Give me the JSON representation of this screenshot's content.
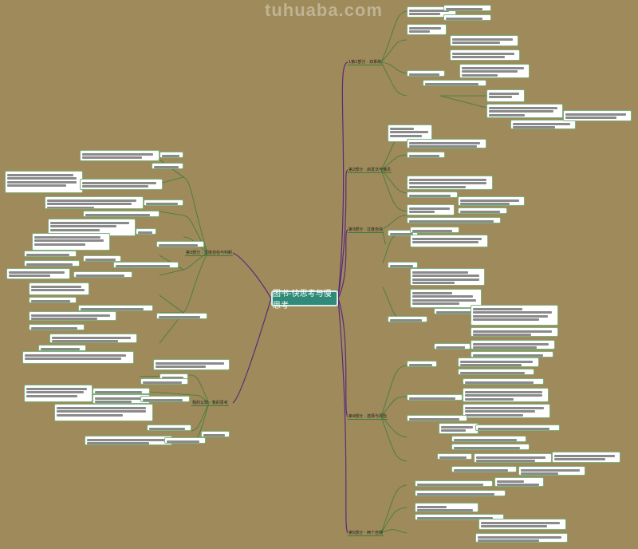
{
  "watermark": "tuhuaba.com",
  "root": {
    "label": "图书-快思考与慢思考"
  },
  "branches": {
    "right": [
      "1第1部分 · 双系统",
      "第2部分 · 启发法与偏见",
      "第3部分 · 过度自信",
      "第4部分 · 选择与风险",
      "第5部分 · 两个自我"
    ],
    "left": [
      "第3部分 · 过度自信与判断",
      "我的认知 · 我的思考"
    ]
  },
  "colors": {
    "background": "#9e8a5a",
    "root": "#2f8a78",
    "line_purple": "#5a2a7a",
    "line_green": "#3a7d3a"
  }
}
